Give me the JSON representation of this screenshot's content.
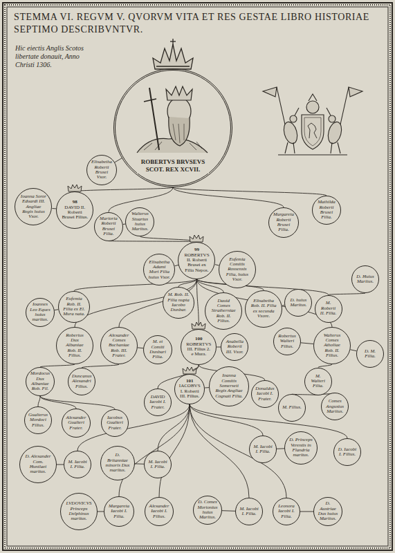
{
  "diagram": {
    "title": "STEMMA VI. REGVM V. QVORVM VITA ET RES GESTAE LIBRO HISTORIAE SEPTIMO DESCRIBVNTVR.",
    "nodes": [
      {
        "text": [
          "ROBERTVS BRVSEVS SCOT. REX XCVII."
        ]
      },
      {
        "text": [
          "Elisabetha Roberti Brusei Vxor."
        ]
      },
      {
        "text": [
          "Ioanna Soror Eduardi III. Angliae Regis huius Vxor."
        ]
      },
      {
        "text": [
          "98",
          "DAVID II. Roberti Brusei Filius."
        ]
      },
      {
        "text": [
          "Marioria Roberti Brusei Filia."
        ]
      },
      {
        "text": [
          "Walterus Stuartus huius Maritus."
        ]
      },
      {
        "text": [
          "Margareta Roberti Brusei Filia."
        ]
      },
      {
        "text": [
          "Mathilda Roberti Brusei Filia."
        ]
      },
      {
        "text": [
          "Elisabetha Adami Muri Filia huius Vxor."
        ]
      },
      {
        "text": [
          "99",
          "ROBERTVS II. Roberti Brusei ex Filia Nepos."
        ]
      },
      {
        "text": [
          "Eufemia Comitis Rossensis Filia, huius Vxor."
        ]
      },
      {
        "text": [
          "Ioannes Leo Eques huius maritus."
        ]
      },
      {
        "text": [
          "Eufemia Rob. II. Filia ex El. Mura nata."
        ]
      },
      {
        "text": [
          "M. Rob. II. Filia nupta Iacobo Dunbar."
        ]
      },
      {
        "text": [
          "Dauid Comes Stratherniae Rob. II. Filius."
        ]
      },
      {
        "text": [
          "Elisabetha Rob. II. Filia ex secunda Vxore."
        ]
      },
      {
        "text": [
          "D. huius Maritus."
        ]
      },
      {
        "text": [
          "M. Roberti II. Filia."
        ]
      },
      {
        "text": [
          "D. Huius Maritus."
        ]
      },
      {
        "text": [
          "Robertus Dux Albaniae Rob. II. Filius."
        ]
      },
      {
        "text": [
          "Alexander Comes Buchaniae Rob. III. Frater."
        ]
      },
      {
        "text": [
          "M. et Comiti Dunbari Filia."
        ]
      },
      {
        "text": [
          "100",
          "ROBERTVS III. Filius 2. e Mura."
        ]
      },
      {
        "text": [
          "Anabella Roberti III. Vxor."
        ]
      },
      {
        "text": [
          "Robertus Walteri Filius."
        ]
      },
      {
        "text": [
          "Walterus Comes Atholiae Rob. II. Filius."
        ]
      },
      {
        "text": [
          "D. M. Filia."
        ]
      },
      {
        "text": [
          "Mordocus Dux Albaniae Rob. Fil."
        ]
      },
      {
        "text": [
          "Duncanus Alexandri Filius."
        ]
      },
      {
        "text": [
          "DAVID Iacobi I. Frater."
        ]
      },
      {
        "text": [
          "101",
          "IACOBVS I. Roberti III. Filius."
        ]
      },
      {
        "text": [
          "Ioanna Comitis Somerseti Regis Angliae Cognati Filia."
        ]
      },
      {
        "text": [
          "Donaldus Iacobi I. Frater."
        ]
      },
      {
        "text": [
          "M. Walteri Filia."
        ]
      },
      {
        "text": [
          "M. Filius."
        ]
      },
      {
        "text": [
          "Comes Angusius Maritus."
        ]
      },
      {
        "text": [
          "Gualterus Mordoci Filius."
        ]
      },
      {
        "text": [
          "Alexander Gualteri Frater."
        ]
      },
      {
        "text": [
          "Iacobus Gualteri Frater."
        ]
      },
      {
        "text": [
          "D. Alexander Com. Huntlaei maritus."
        ]
      },
      {
        "text": [
          "M. Iacobi I. Filia."
        ]
      },
      {
        "text": [
          "D. Britanniae minoris Dux maritus."
        ]
      },
      {
        "text": [
          "M. Iacobi I. Filia."
        ]
      },
      {
        "text": [
          "M. Iacobi I. Filia."
        ]
      },
      {
        "text": [
          "D. Princeps Verentis in Flandria maritus."
        ]
      },
      {
        "text": [
          "D. Iacobi I. Filius."
        ]
      },
      {
        "text": [
          "LVDOVICVS Princeps Delphinus maritus."
        ]
      },
      {
        "text": [
          "Margareta Iacobi I. Filia."
        ]
      },
      {
        "text": [
          "Alexander Iacobi I. Filius."
        ]
      },
      {
        "text": [
          "D. Comes Mortonius huius Maritus."
        ]
      },
      {
        "text": [
          "M. Iacobi I. Filia."
        ]
      },
      {
        "text": [
          "Leonora Iacobi I. Filia."
        ]
      },
      {
        "text": [
          "D. Austriae Dux huius Maritus."
        ]
      }
    ],
    "edges": [
      {
        "from": 0,
        "to": 1,
        "arrow": "none"
      },
      {
        "from": 0,
        "to": 3,
        "arrow": "none"
      },
      {
        "from": 0,
        "to": 4,
        "arrow": "none"
      },
      {
        "from": 0,
        "to": 6,
        "arrow": "none"
      },
      {
        "from": 0,
        "to": 7,
        "arrow": "none"
      },
      {
        "from": 2,
        "to": 3,
        "arrow": "none"
      },
      {
        "from": 4,
        "to": 5,
        "arrow": "none"
      },
      {
        "from": 4,
        "to": 9,
        "arrow": "none"
      },
      {
        "from": 5,
        "to": 9,
        "arrow": "none"
      },
      {
        "from": 8,
        "to": 9,
        "arrow": "none"
      },
      {
        "from": 9,
        "to": 10,
        "arrow": "none"
      },
      {
        "from": 9,
        "to": 12,
        "arrow": "none"
      },
      {
        "from": 9,
        "to": 13,
        "arrow": "none"
      },
      {
        "from": 9,
        "to": 14,
        "arrow": "none"
      },
      {
        "from": 9,
        "to": 15,
        "arrow": "none"
      },
      {
        "from": 9,
        "to": 17,
        "arrow": "none"
      },
      {
        "from": 9,
        "to": 19,
        "arrow": "none"
      },
      {
        "from": 9,
        "to": 20,
        "arrow": "none"
      },
      {
        "from": 9,
        "to": 22,
        "arrow": "none"
      },
      {
        "from": 9,
        "to": 25,
        "arrow": "none"
      },
      {
        "from": 11,
        "to": 12,
        "arrow": "none"
      },
      {
        "from": 15,
        "to": 16,
        "arrow": "none"
      },
      {
        "from": 17,
        "to": 18,
        "arrow": "none"
      },
      {
        "from": 20,
        "to": 21,
        "arrow": "none"
      },
      {
        "from": 22,
        "to": 23,
        "arrow": "none"
      },
      {
        "from": 19,
        "to": 27,
        "arrow": "none"
      },
      {
        "from": 20,
        "to": 28,
        "arrow": "none"
      },
      {
        "from": 22,
        "to": 29,
        "arrow": "none"
      },
      {
        "from": 22,
        "to": 30,
        "arrow": "none"
      },
      {
        "from": 22,
        "to": 32,
        "arrow": "none"
      },
      {
        "from": 25,
        "to": 24,
        "arrow": "none"
      },
      {
        "from": 25,
        "to": 26,
        "arrow": "none"
      },
      {
        "from": 25,
        "to": 33,
        "arrow": "none"
      },
      {
        "from": 33,
        "to": 34,
        "arrow": "none"
      },
      {
        "from": 33,
        "to": 35,
        "arrow": "none"
      },
      {
        "from": 27,
        "to": 36,
        "arrow": "none"
      },
      {
        "from": 27,
        "to": 37,
        "arrow": "none"
      },
      {
        "from": 27,
        "to": 38,
        "arrow": "none"
      },
      {
        "from": 30,
        "to": 31,
        "arrow": "none"
      },
      {
        "from": 30,
        "to": 40,
        "arrow": "none"
      },
      {
        "from": 30,
        "to": 42,
        "arrow": "none"
      },
      {
        "from": 30,
        "to": 43,
        "arrow": "none"
      },
      {
        "from": 30,
        "to": 45,
        "arrow": "none"
      },
      {
        "from": 30,
        "to": 47,
        "arrow": "none"
      },
      {
        "from": 30,
        "to": 48,
        "arrow": "none"
      },
      {
        "from": 30,
        "to": 50,
        "arrow": "none"
      },
      {
        "from": 30,
        "to": 51,
        "arrow": "none"
      },
      {
        "from": 39,
        "to": 40,
        "arrow": "none"
      },
      {
        "from": 41,
        "to": 42,
        "arrow": "none"
      },
      {
        "from": 43,
        "to": 44,
        "arrow": "none"
      },
      {
        "from": 46,
        "to": 47,
        "arrow": "none"
      },
      {
        "from": 49,
        "to": 50,
        "arrow": "none"
      },
      {
        "from": 51,
        "to": 52,
        "arrow": "none"
      }
    ],
    "labels": [
      "Hic eiectis Anglis Scotos libertate donauit, Anno Christi 1306."
    ]
  }
}
